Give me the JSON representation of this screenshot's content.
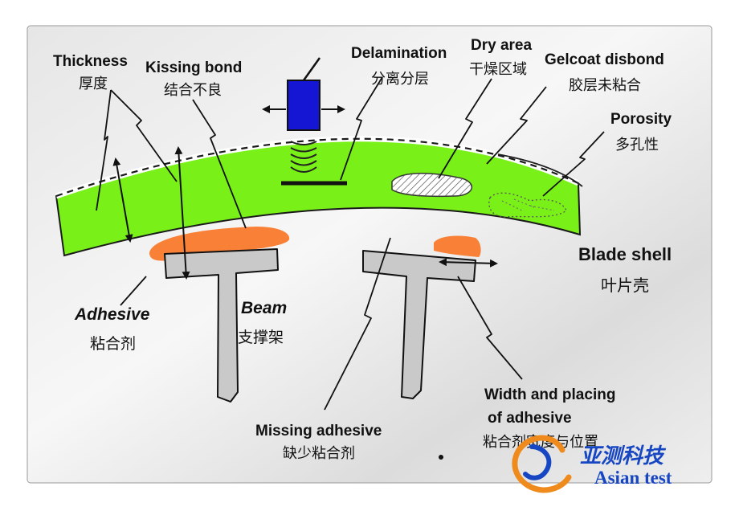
{
  "labels": {
    "thickness": {
      "en": "Thickness",
      "zh": "厚度"
    },
    "kissing_bond": {
      "en": "Kissing bond",
      "zh": "结合不良"
    },
    "delamination": {
      "en": "Delamination",
      "zh": "分离分层"
    },
    "dry_area": {
      "en": "Dry area",
      "zh": "干燥区域"
    },
    "gelcoat_disbond": {
      "en": "Gelcoat disbond",
      "zh": "胶层未粘合"
    },
    "porosity": {
      "en": "Porosity",
      "zh": "多孔性"
    },
    "blade_shell": {
      "en": "Blade shell",
      "zh": "叶片壳"
    },
    "adhesive": {
      "en": "Adhesive",
      "zh": "粘合剂"
    },
    "beam": {
      "en": "Beam",
      "zh": "支撑架"
    },
    "missing_adhesive": {
      "en": "Missing adhesive",
      "zh": "缺少粘合剂"
    },
    "width_placing": {
      "en_line1": "Width and placing",
      "en_line2": "of adhesive",
      "zh": "粘合剂宽度与位置"
    }
  },
  "logo": {
    "zh": "亚测科技",
    "en": "Asian test"
  },
  "colors": {
    "shell": "#7af019",
    "adhesive": "#f98137",
    "probe": "#1515d4",
    "beam": "#c9c9c9",
    "logo_blue": "#1746c3",
    "logo_orange": "#ef8a1c"
  }
}
